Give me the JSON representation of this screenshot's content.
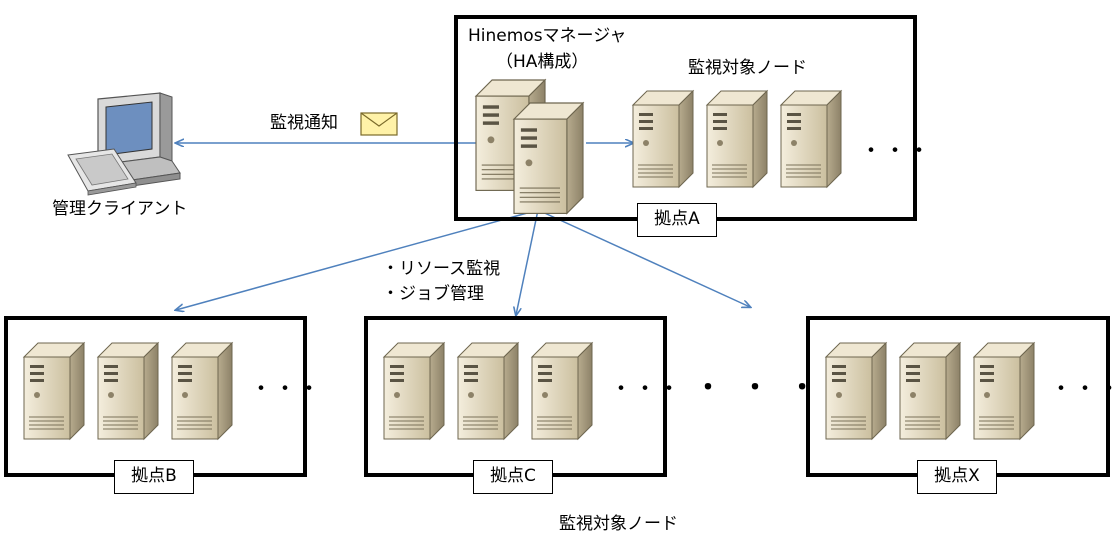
{
  "manager": {
    "title_line1": "Hinemosマネージャ",
    "title_line2": "（HA構成）",
    "monitored_nodes_label": "監視対象ノード",
    "ellipsis": "・・・"
  },
  "client": {
    "label": "管理クライアント"
  },
  "notification": {
    "label": "監視通知",
    "icon": "envelope-icon"
  },
  "functions": [
    "・リソース監視",
    "・ジョブ管理"
  ],
  "sites": [
    {
      "id": "A",
      "label": "拠点A"
    },
    {
      "id": "B",
      "label": "拠点B"
    },
    {
      "id": "C",
      "label": "拠点C"
    },
    {
      "id": "X",
      "label": "拠点X"
    }
  ],
  "between_sites_ellipsis": "・ ・ ・",
  "site_ellipsis": "・・・",
  "bottom_label": "監視対象ノード",
  "colors": {
    "arrow": "#4f81bd",
    "server_body": "#e3d9bf",
    "server_dark": "#a59a80",
    "envelope": "#fff2a8"
  }
}
